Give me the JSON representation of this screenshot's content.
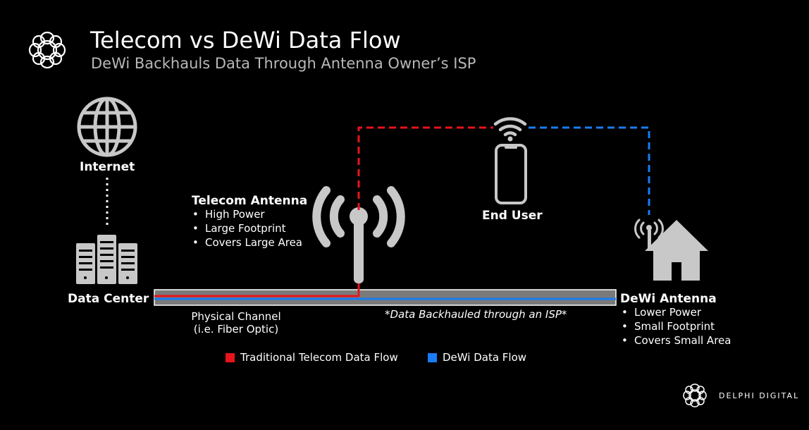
{
  "header": {
    "title": "Telecom vs DeWi Data Flow",
    "subtitle": "DeWi Backhauls Data Through Antenna Owner’s ISP"
  },
  "nodes": {
    "internet": {
      "label": "Internet",
      "icon": "globe-icon"
    },
    "data_center": {
      "label": "Data Center",
      "icon": "server-icon"
    },
    "telecom_antenna": {
      "label": "Telecom Antenna",
      "icon": "cell-tower-icon",
      "bullets": [
        "High Power",
        "Large Footprint",
        "Covers Large Area"
      ]
    },
    "end_user": {
      "label": "End User",
      "icon": "smartphone-icon"
    },
    "dewi_antenna": {
      "label": "DeWi Antenna",
      "icon": "home-antenna-icon",
      "bullets": [
        "Lower Power",
        "Small Footprint",
        "Covers Small Area"
      ]
    }
  },
  "channel": {
    "label_line1": "Physical Channel",
    "label_line2": "(i.e. Fiber Optic)",
    "note": "*Data Backhauled through an ISP*"
  },
  "legend": {
    "items": [
      {
        "label": "Traditional Telecom Data Flow",
        "color": "#e8141b"
      },
      {
        "label": "DeWi Data Flow",
        "color": "#1a7cf2"
      }
    ]
  },
  "colors": {
    "telecom": "#e8141b",
    "dewi": "#1a7cf2",
    "icon": "#c8c8c8",
    "channel": "#7a7a7a"
  },
  "brand": {
    "name": "DELPHI DIGITAL",
    "icon": "delphi-logo-icon"
  }
}
